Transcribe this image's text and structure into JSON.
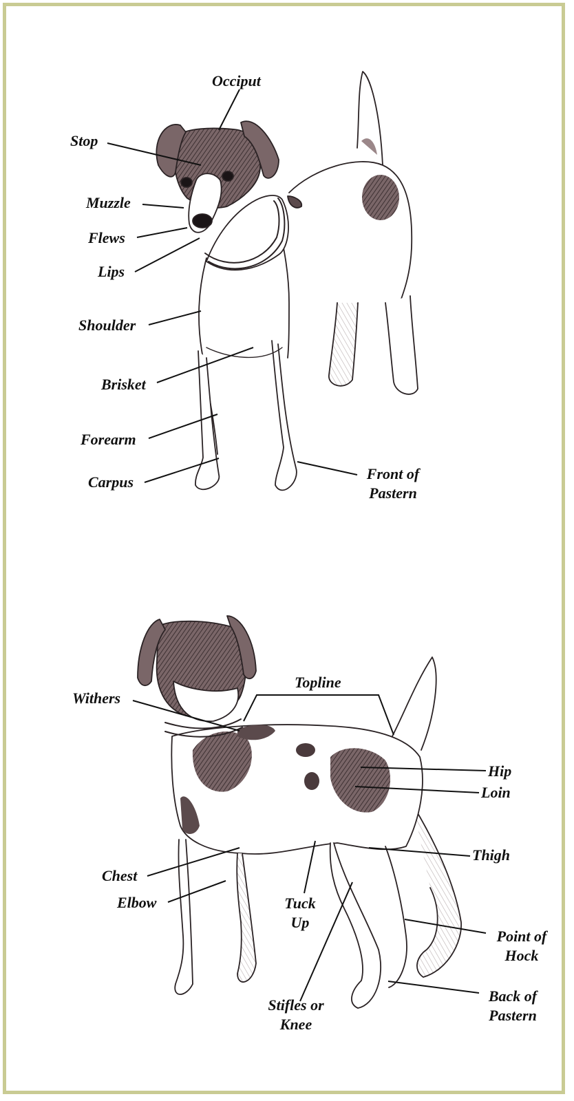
{
  "colors": {
    "border": "#c9cb93",
    "ink": "#111111",
    "patch_dark": "#5b4a4c",
    "patch_mid": "#8a7476",
    "shade": "#b8b0b0"
  },
  "front_view": {
    "labels": {
      "occiput": "Occiput",
      "stop": "Stop",
      "muzzle": "Muzzle",
      "flews": "Flews",
      "lips": "Lips",
      "shoulder": "Shoulder",
      "brisket": "Brisket",
      "forearm": "Forearm",
      "carpus": "Carpus",
      "front_of_pastern_1": "Front of",
      "front_of_pastern_2": "Pastern"
    }
  },
  "side_view": {
    "labels": {
      "topline": "Topline",
      "withers": "Withers",
      "hip": "Hip",
      "loin": "Loin",
      "thigh": "Thigh",
      "chest": "Chest",
      "elbow": "Elbow",
      "tuck_up_1": "Tuck",
      "tuck_up_2": "Up",
      "point_of_hock_1": "Point of",
      "point_of_hock_2": "Hock",
      "stifles_1": "Stifles or",
      "stifles_2": "Knee",
      "back_of_pastern_1": "Back of",
      "back_of_pastern_2": "Pastern"
    }
  }
}
